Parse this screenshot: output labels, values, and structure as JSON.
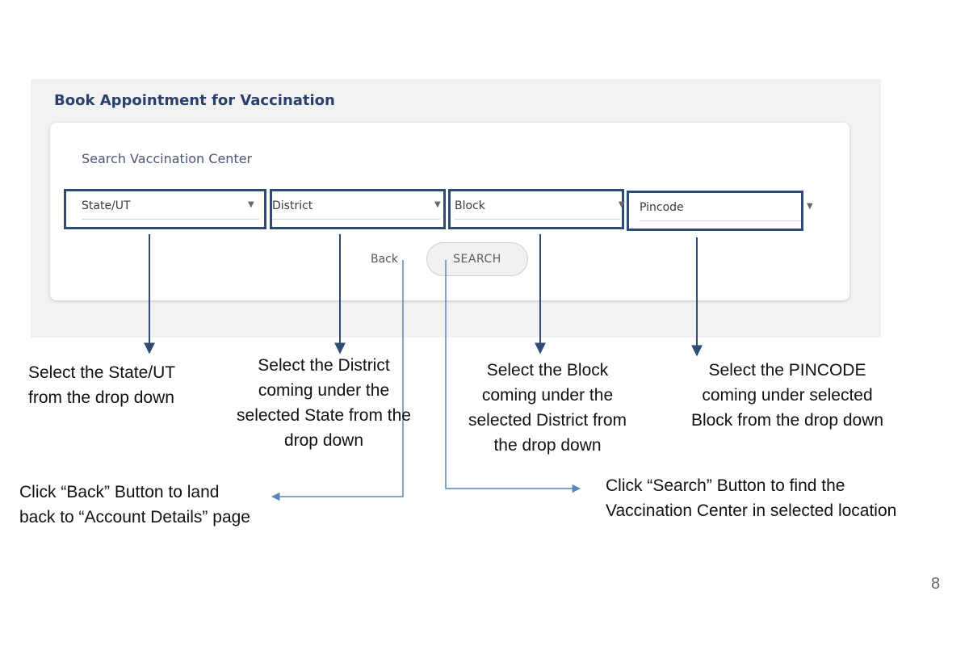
{
  "app": {
    "title": "Book Appointment for Vaccination",
    "card_subtitle": "Search Vaccination Center"
  },
  "filters": [
    {
      "label": "State/UT"
    },
    {
      "label": "District"
    },
    {
      "label": "Block"
    },
    {
      "label": "Pincode"
    }
  ],
  "actions": {
    "back_label": "Back",
    "search_label": "SEARCH"
  },
  "icons": {
    "dropdown": "chevron-down-icon"
  },
  "colors": {
    "highlight_border": "#2f4a73",
    "arrow_dark": "#2f4a73",
    "arrow_light": "#5b86b8",
    "title": "#2b3f6b"
  },
  "annotations": {
    "state": [
      "Select the State/UT",
      "from the drop down"
    ],
    "district": [
      "Select the District",
      "coming under the",
      "selected State from the",
      "drop down"
    ],
    "block": [
      "Select the Block",
      "coming under the",
      "selected District from",
      "the drop down"
    ],
    "pincode": [
      "Select the PINCODE",
      "coming under selected",
      "Block from the drop down"
    ],
    "back": [
      "Click “Back” Button to land",
      "back to “Account Details” page"
    ],
    "search": [
      "Click “Search” Button to find the",
      "Vaccination Center in selected location"
    ]
  },
  "page_number": "8"
}
